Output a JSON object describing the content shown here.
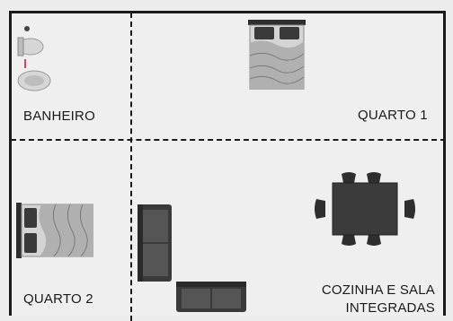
{
  "rooms": {
    "banheiro": "BANHEIRO",
    "quarto1": "QUARTO 1",
    "quarto2": "QUARTO 2",
    "cozinha_line1": "COZINHA E SALA",
    "cozinha_line2": "INTEGRADAS"
  },
  "icons": {
    "toilet": "toilet-icon",
    "sink": "sink-icon",
    "bed1": "double-bed-icon",
    "bed2": "double-bed-icon",
    "sofa_vertical": "sofa-icon",
    "sofa_horizontal": "sofa-icon",
    "dining_table": "dining-table-icon"
  },
  "colors": {
    "background": "#efefef",
    "walls": "#1a1a1a",
    "furniture_dark": "#3a3a3a",
    "furniture_light": "#c8c8c8"
  }
}
